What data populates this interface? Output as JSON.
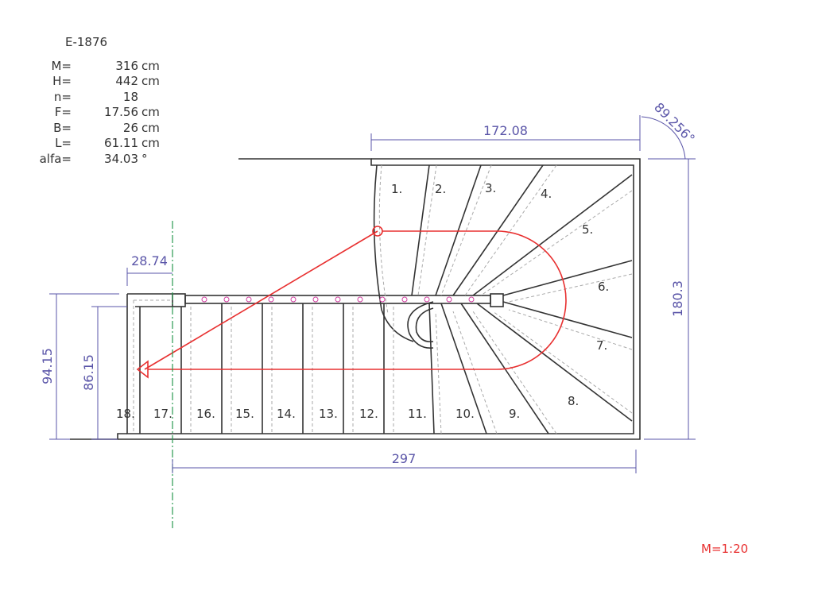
{
  "drawing_id": "E-1876",
  "params": [
    {
      "key": "M=",
      "value": "316",
      "unit": "cm"
    },
    {
      "key": "H=",
      "value": "442",
      "unit": "cm"
    },
    {
      "key": "n=",
      "value": "18",
      "unit": ""
    },
    {
      "key": "F=",
      "value": "17.56",
      "unit": "cm"
    },
    {
      "key": "B=",
      "value": "26",
      "unit": "cm"
    },
    {
      "key": "L=",
      "value": "61.11",
      "unit": "cm"
    },
    {
      "key": "alfa=",
      "value": "34.03",
      "unit": "°"
    }
  ],
  "dimensions": {
    "top": "172.08",
    "right": "180.3",
    "bottom": "297",
    "left_outer": "94.15",
    "left_inner": "86.15",
    "landing": "28.74",
    "angle": "89.256°"
  },
  "steps": [
    "1.",
    "2.",
    "3.",
    "4.",
    "5.",
    "6.",
    "7.",
    "8.",
    "9.",
    "10.",
    "11.",
    "12.",
    "13.",
    "14.",
    "15.",
    "16.",
    "17.",
    "18."
  ],
  "scale": "M=1:20",
  "colors": {
    "line": "#333333",
    "dimension": "#5a55a8",
    "walkline": "#e83030",
    "axis": "#2a9a50",
    "baluster": "#d040a0"
  }
}
